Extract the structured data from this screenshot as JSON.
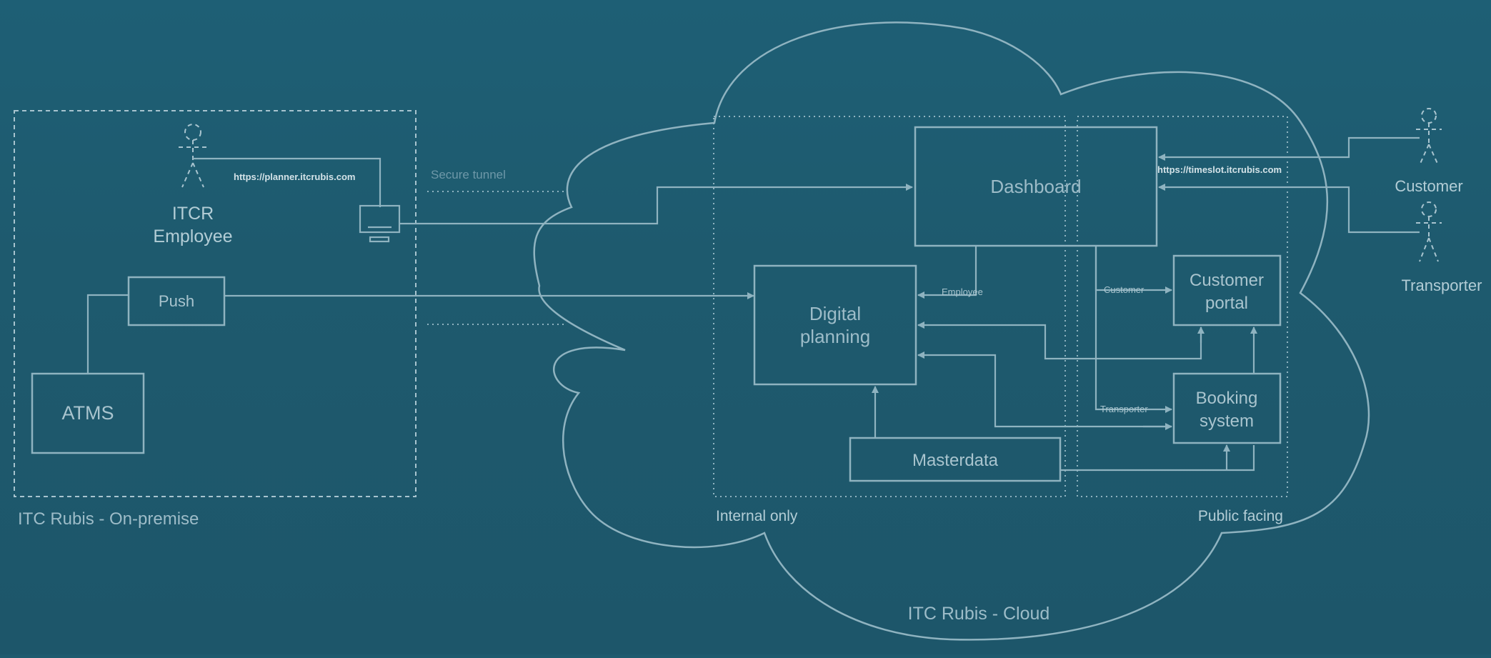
{
  "regions": {
    "on_premise": "ITC Rubis - On-premise",
    "cloud": "ITC Rubis - Cloud",
    "internal": "Internal only",
    "public": "Public facing"
  },
  "actors": {
    "employee_line1": "ITCR",
    "employee_line2": "Employee",
    "customer": "Customer",
    "transporter": "Transporter"
  },
  "urls": {
    "planner": "https://planner.itcrubis.com",
    "timeslot": "https://timeslot.itcrubis.com"
  },
  "tunnel_label": "Secure tunnel",
  "nodes": {
    "push": "Push",
    "atms": "ATMS",
    "dashboard": "Dashboard",
    "planning_line1": "Digital",
    "planning_line2": "planning",
    "portal_line1": "Customer",
    "portal_line2": "portal",
    "booking_line1": "Booking",
    "booking_line2": "system",
    "masterdata": "Masterdata"
  },
  "edge_labels": {
    "employee": "Employee",
    "customer": "Customer",
    "transporter": "Transporter"
  }
}
